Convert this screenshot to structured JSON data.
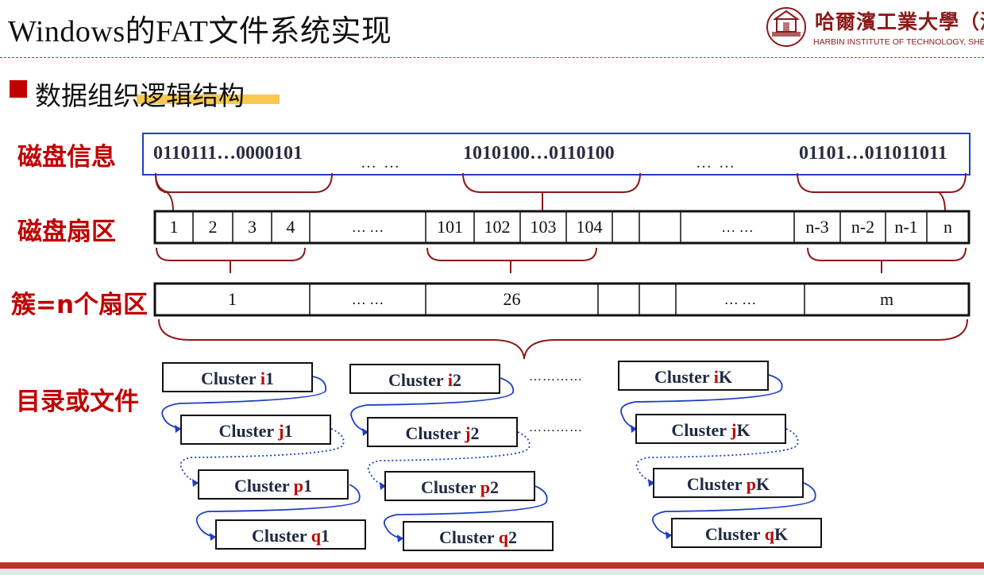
{
  "header": {
    "title": "Windows的FAT文件系统实现",
    "logo_cn": "哈爾濱工業大學（深",
    "logo_en": "HARBIN INSTITUTE OF TECHNOLOGY, SHE"
  },
  "section": {
    "subtitle": "数据组织逻辑结构"
  },
  "rows": {
    "disk_info": "磁盘信息",
    "disk_sector": "磁盘扇区",
    "cluster": "簇=n个扇区",
    "dir_file": "目录或文件"
  },
  "disk_bits": {
    "b1": "0110111…0000101",
    "dots1": "… …",
    "b2": "1010100…0110100",
    "dots2": "… …",
    "b3": "01101…011011011"
  },
  "sectors": {
    "s1": "1",
    "s2": "2",
    "s3": "3",
    "s4": "4",
    "dots1": "… …",
    "s101": "101",
    "s102": "102",
    "s103": "103",
    "s104": "104",
    "dots2": "… …",
    "sn3": "n-3",
    "sn2": "n-2",
    "sn1": "n-1",
    "sn": "n"
  },
  "clusters": {
    "c1": "1",
    "dots1": "… …",
    "c26": "26",
    "dots2": "… …",
    "cm": "m"
  },
  "chains": {
    "prefix": "Cluster ",
    "col1": [
      {
        "id": "i",
        "num": "1"
      },
      {
        "id": "j",
        "num": "1"
      },
      {
        "id": "p",
        "num": "1"
      },
      {
        "id": "q",
        "num": "1"
      }
    ],
    "col2": [
      {
        "id": "i",
        "num": "2"
      },
      {
        "id": "j",
        "num": "2"
      },
      {
        "id": "p",
        "num": "2"
      },
      {
        "id": "q",
        "num": "2"
      }
    ],
    "col3": [
      {
        "id": "i",
        "num": "K"
      },
      {
        "id": "j",
        "num": "K"
      },
      {
        "id": "p",
        "num": "K"
      },
      {
        "id": "q",
        "num": "K"
      }
    ],
    "hdots": "…………",
    "hdots2": "…………"
  },
  "colors": {
    "accent_red": "#c00000",
    "box_blue": "#1f3fbf",
    "brace_brown": "#8b1a1a",
    "highlight": "#f7c02f"
  }
}
